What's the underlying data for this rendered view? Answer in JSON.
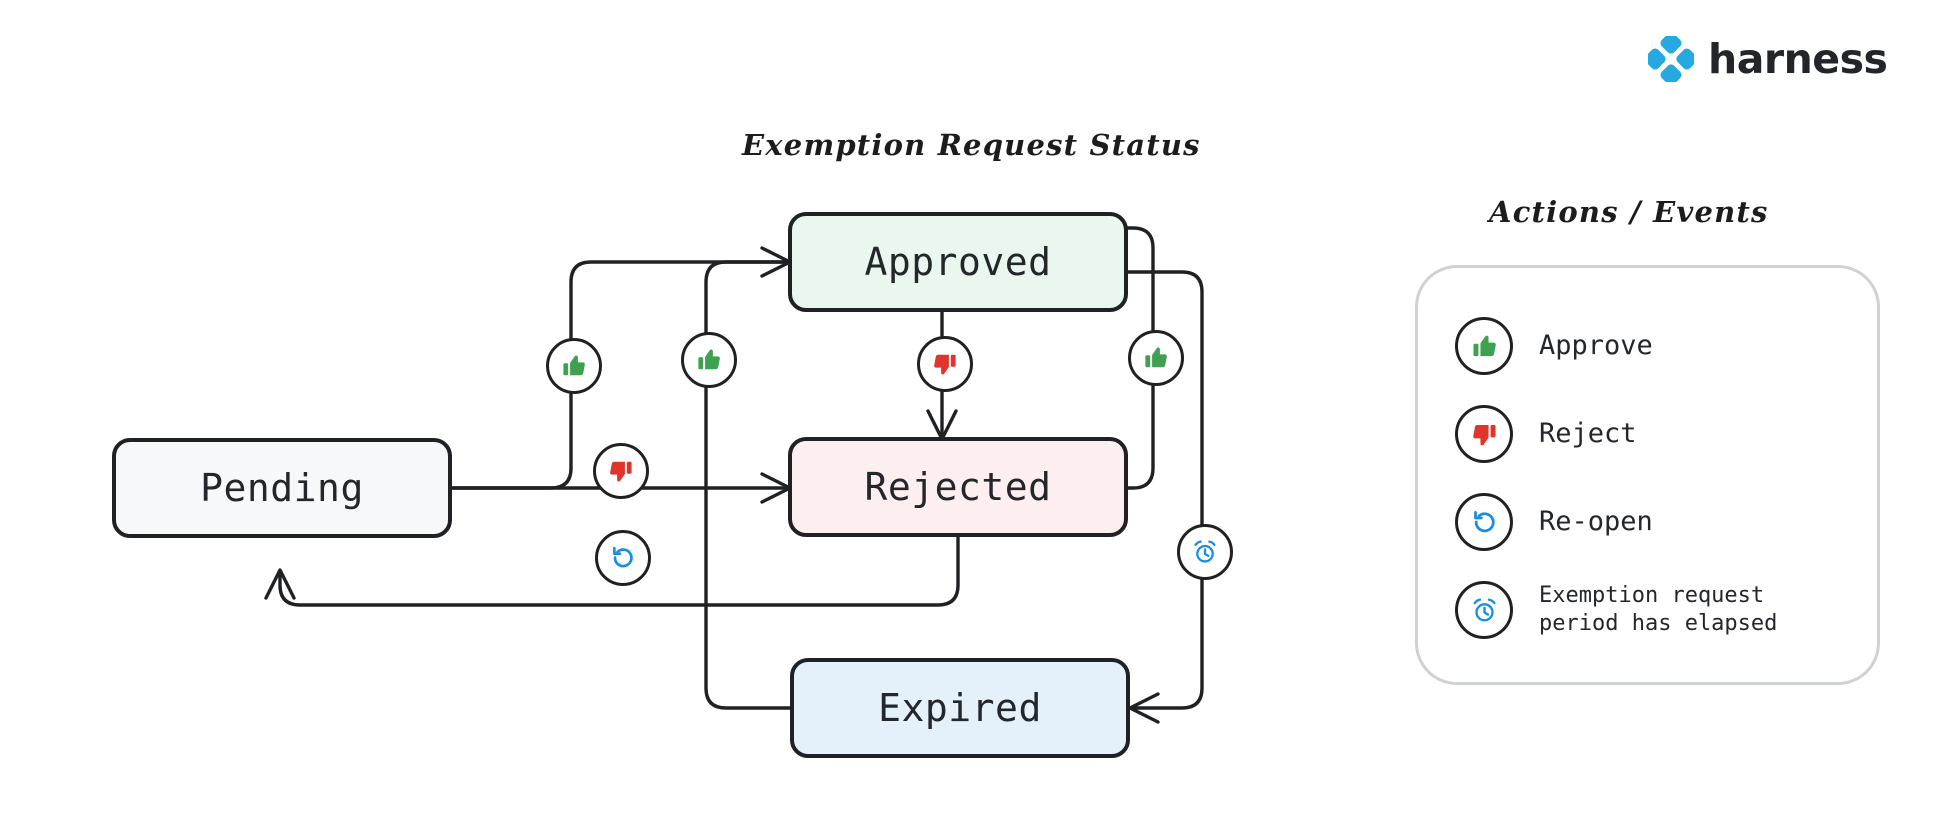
{
  "brand": {
    "name": "harness",
    "logo_icon": "harness-diamond-logo",
    "color": "#26a9e0"
  },
  "diagram": {
    "title": "Exemption Request Status",
    "type": "state-machine",
    "states": [
      {
        "id": "pending",
        "label": "Pending",
        "fill": "#f6f8fa"
      },
      {
        "id": "approved",
        "label": "Approved",
        "fill": "#e9f7ee"
      },
      {
        "id": "rejected",
        "label": "Rejected",
        "fill": "#fdeff0"
      },
      {
        "id": "expired",
        "label": "Expired",
        "fill": "#e4f1fb"
      }
    ],
    "transitions": [
      {
        "from": "pending",
        "to": "approved",
        "action": "approve",
        "icon": "thumbs-up-icon"
      },
      {
        "from": "pending",
        "to": "rejected",
        "action": "reject",
        "icon": "thumbs-down-icon"
      },
      {
        "from": "approved",
        "to": "rejected",
        "action": "reject",
        "icon": "thumbs-down-icon"
      },
      {
        "from": "rejected",
        "to": "approved",
        "action": "approve",
        "icon": "thumbs-up-icon"
      },
      {
        "from": "expired",
        "to": "approved",
        "action": "approve",
        "icon": "thumbs-up-icon"
      },
      {
        "from": "rejected",
        "to": "pending",
        "action": "re-open",
        "icon": "reopen-icon"
      },
      {
        "from": "approved",
        "to": "expired",
        "action": "exemption request period has elapsed",
        "icon": "alarm-clock-icon"
      }
    ]
  },
  "legend": {
    "title": "Actions / Events",
    "items": [
      {
        "icon": "thumbs-up-icon",
        "label": "Approve",
        "color": "#3fa14f"
      },
      {
        "icon": "thumbs-down-icon",
        "label": "Reject",
        "color": "#e0352b"
      },
      {
        "icon": "reopen-icon",
        "label": "Re-open",
        "color": "#1a8fe0"
      },
      {
        "icon": "alarm-clock-icon",
        "label": "Exemption request\nperiod has elapsed",
        "color": "#1a8fe0"
      }
    ]
  }
}
